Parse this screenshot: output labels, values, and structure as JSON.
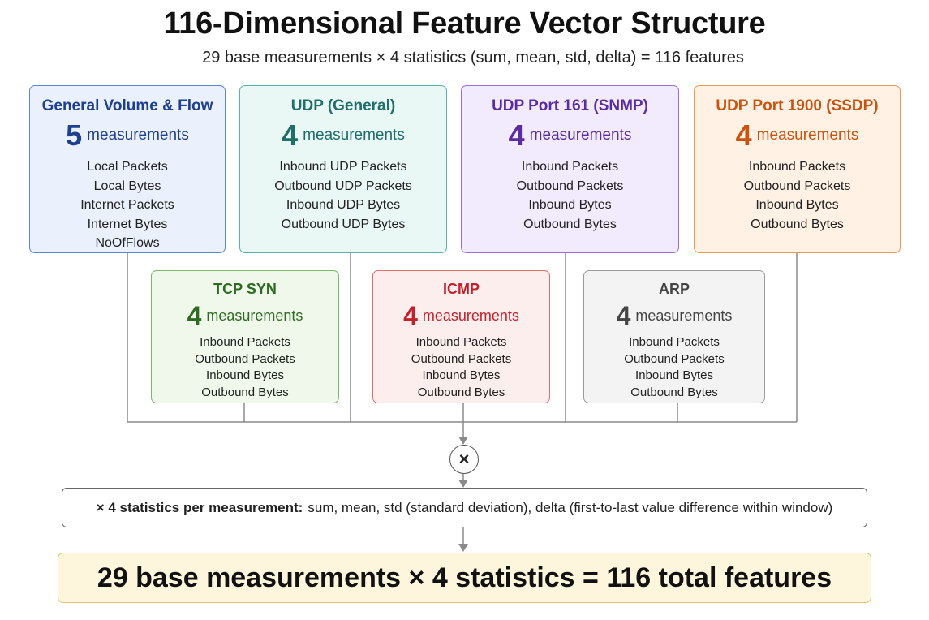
{
  "title": "116-Dimensional Feature Vector Structure",
  "subtitle": "29 base measurements × 4 statistics (sum, mean, std, delta) = 116 features",
  "measurement_word": "measurements",
  "groups": [
    {
      "name": "General Volume & Flow",
      "count": "5",
      "color": "#1f3f8f",
      "items": [
        "Local Packets",
        "Local Bytes",
        "Internet Packets",
        "Internet Bytes",
        "NoOfFlows"
      ]
    },
    {
      "name": "UDP (General)",
      "count": "4",
      "color": "#1f6e6a",
      "items": [
        "Inbound UDP Packets",
        "Outbound UDP Packets",
        "Inbound UDP Bytes",
        "Outbound UDP Bytes"
      ]
    },
    {
      "name": "UDP Port 161 (SNMP)",
      "count": "4",
      "color": "#5a2ca0",
      "items": [
        "Inbound Packets",
        "Outbound Packets",
        "Inbound Bytes",
        "Outbound Bytes"
      ]
    },
    {
      "name": "UDP Port 1900 (SSDP)",
      "count": "4",
      "color": "#c9530f",
      "items": [
        "Inbound Packets",
        "Outbound Packets",
        "Inbound Bytes",
        "Outbound Bytes"
      ]
    },
    {
      "name": "TCP SYN",
      "count": "4",
      "color": "#2e6b22",
      "items": [
        "Inbound Packets",
        "Outbound Packets",
        "Inbound Bytes",
        "Outbound Bytes"
      ]
    },
    {
      "name": "ICMP",
      "count": "4",
      "color": "#c2202b",
      "items": [
        "Inbound Packets",
        "Outbound Packets",
        "Inbound Bytes",
        "Outbound Bytes"
      ]
    },
    {
      "name": "ARP",
      "count": "4",
      "color": "#444444",
      "items": [
        "Inbound Packets",
        "Outbound Packets",
        "Inbound Bytes",
        "Outbound Bytes"
      ]
    }
  ],
  "operator_symbol": "×",
  "statistics": {
    "lead": "× 4 statistics per measurement:",
    "detail": "sum, mean, std (standard deviation), delta (first-to-last value difference within window)"
  },
  "result": "29 base measurements × 4 statistics = 116 total features"
}
